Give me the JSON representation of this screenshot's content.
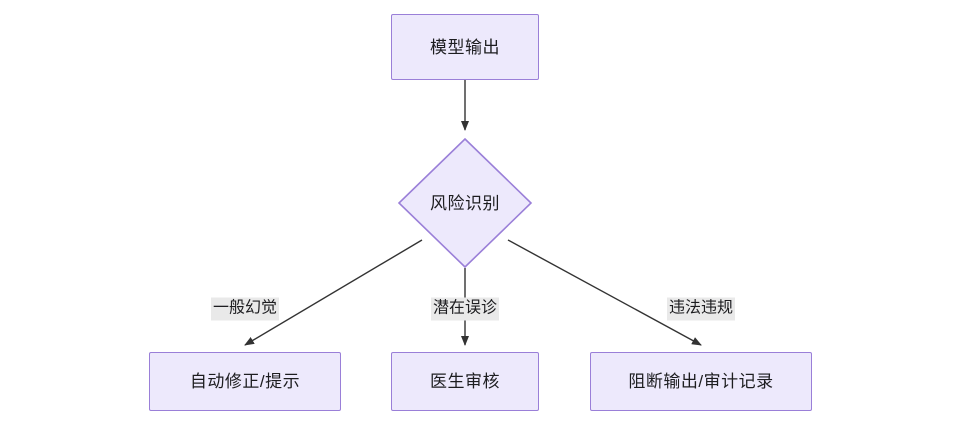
{
  "diagram": {
    "type": "flowchart",
    "direction": "top-down",
    "title": "",
    "theme": {
      "node_fill": "#ede9fc",
      "node_stroke": "#9a7fd8",
      "edge_color": "#333333",
      "edge_label_bg": "#e9e9e9",
      "text_color": "#1d1d20",
      "background": "#ffffff"
    },
    "nodes": [
      {
        "id": "model-output",
        "label": "模型输出",
        "shape": "rect"
      },
      {
        "id": "risk-detection",
        "label": "风险识别",
        "shape": "diamond"
      },
      {
        "id": "auto-fix",
        "label": "自动修正/提示",
        "shape": "rect"
      },
      {
        "id": "doctor-review",
        "label": "医生审核",
        "shape": "rect"
      },
      {
        "id": "block-output",
        "label": "阻断输出/审计记录",
        "shape": "rect"
      }
    ],
    "edges": [
      {
        "from": "model-output",
        "to": "risk-detection",
        "label": ""
      },
      {
        "from": "risk-detection",
        "to": "auto-fix",
        "label": "一般幻觉"
      },
      {
        "from": "risk-detection",
        "to": "doctor-review",
        "label": "潜在误诊"
      },
      {
        "from": "risk-detection",
        "to": "block-output",
        "label": "违法违规"
      }
    ]
  }
}
